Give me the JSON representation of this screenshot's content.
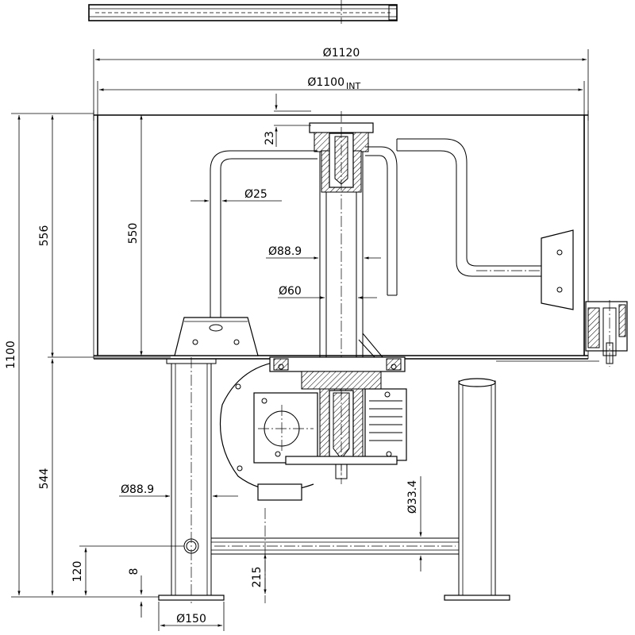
{
  "dimensions": {
    "d1120": "Ø1120",
    "d1100_main": "Ø1100",
    "d1100_sub": "INT",
    "d23": "23",
    "d25": "Ø25",
    "d88_9_top": "Ø88.9",
    "d60": "Ø60",
    "h556": "556",
    "h550": "550",
    "h1100": "1100",
    "h544": "544",
    "d88_9_leg": "Ø88.9",
    "d33_4": "Ø33.4",
    "h120": "120",
    "h8": "8",
    "h215": "215",
    "d150": "Ø150"
  }
}
